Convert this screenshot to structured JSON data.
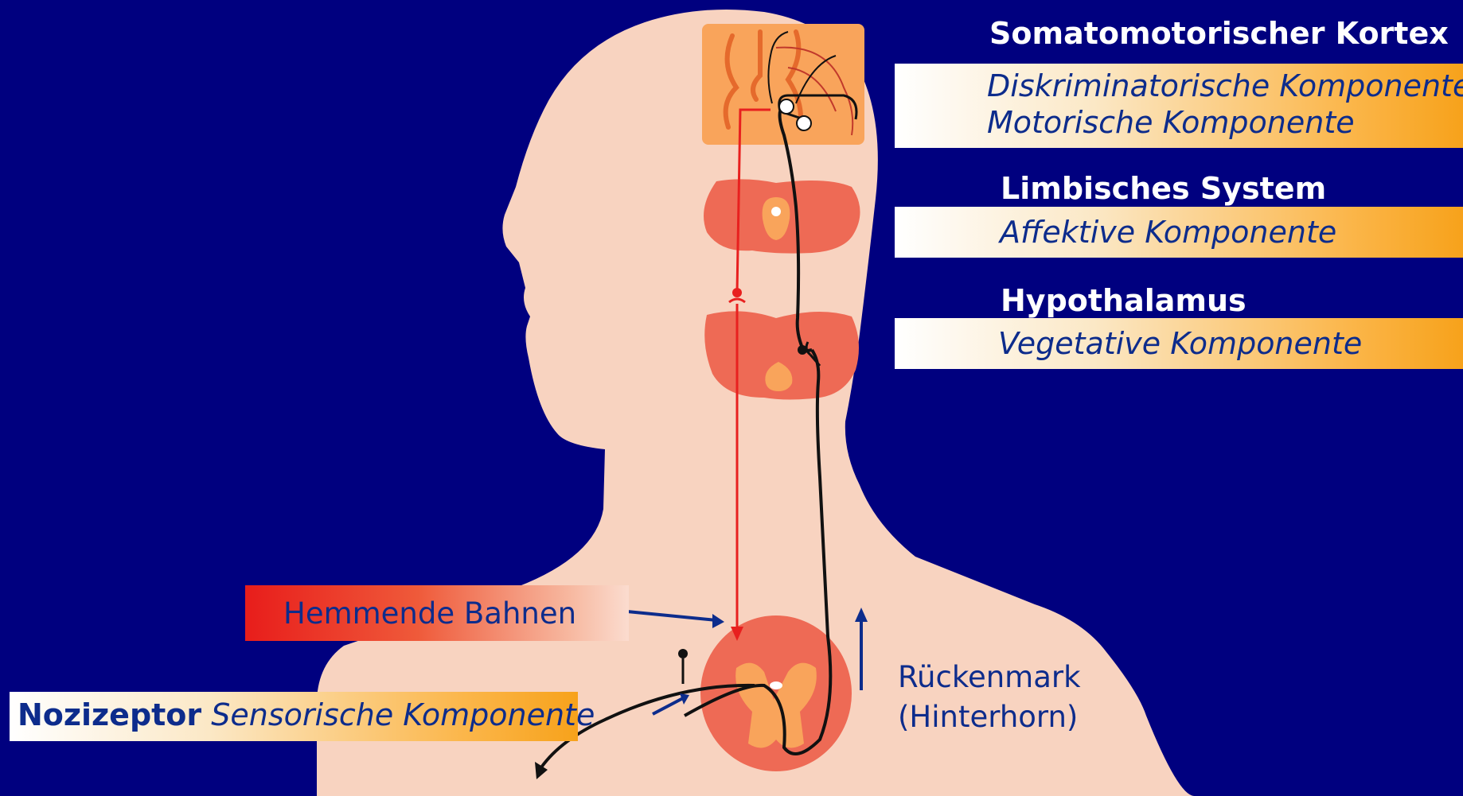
{
  "labels": {
    "somato_title": "Somatomotorischer Kortex",
    "somato_comp1": "Diskriminatorische Komponente",
    "somato_comp2": "Motorische Komponente",
    "limbic_title": "Limbisches System",
    "limbic_comp": "Affektive Komponente",
    "hypo_title": "Hypothalamus",
    "hypo_comp": "Vegetative Komponente",
    "hemmend": "Hemmende Bahnen",
    "nozi_title": "Nozizeptor",
    "nozi_comp": "Sensorische Komponente",
    "rueck1": "Rückenmark",
    "rueck2": "(Hinterhorn)"
  },
  "colors": {
    "background": "#00007f",
    "body": "#f8d3c0",
    "cortex": "#f9a45b",
    "section": "#ee6a55",
    "inhibitory_path": "#e8201f",
    "ascending_path": "#111111",
    "label_text": "#0d2c8c",
    "arrow": "#0d2c8c"
  },
  "icons": [
    "arrow-icon",
    "synapse-icon"
  ]
}
